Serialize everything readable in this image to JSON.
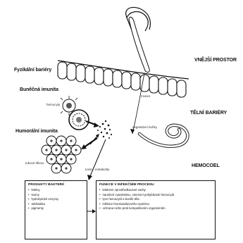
{
  "labels": {
    "top_title": "",
    "outer_space": "VNĚJŠÍ PROSTOR",
    "physical_barriers": "Fyzikální bariéry",
    "cellular_immunity": "Buněčná imunita",
    "humoral_immunity": "Humorální imunita",
    "body_barriers": "TĚLNÍ BARIÉRY",
    "hemocoel": "HEMOCOEL",
    "invasion": "Invaze",
    "hemocyte": "hemocyty",
    "fat_body": "tukové těleso",
    "toxins_secondary_metabolites": "toxiny, metabolity",
    "vegetative_cells": "vegetativní buňky"
  },
  "products_box": {
    "title": "PRODUKTY BAKTERIÍ",
    "items": [
      "lektiny",
      "toxiny",
      "hydrolytické enzymy",
      "antibiotika",
      "pigmenty"
    ]
  },
  "functions_box": {
    "title": "FUNKCE V INFEKČNÍM PROCESU",
    "items": [
      "lektinem zprostředkované vazby",
      "narušení cytoskeletu, omezení pohyblivosti hemocytů",
      "lyze hemocytů a buněk těla",
      "inhibice fenoloxidázového systému",
      "ochrana niche proti kompetitivním organismům"
    ]
  }
}
